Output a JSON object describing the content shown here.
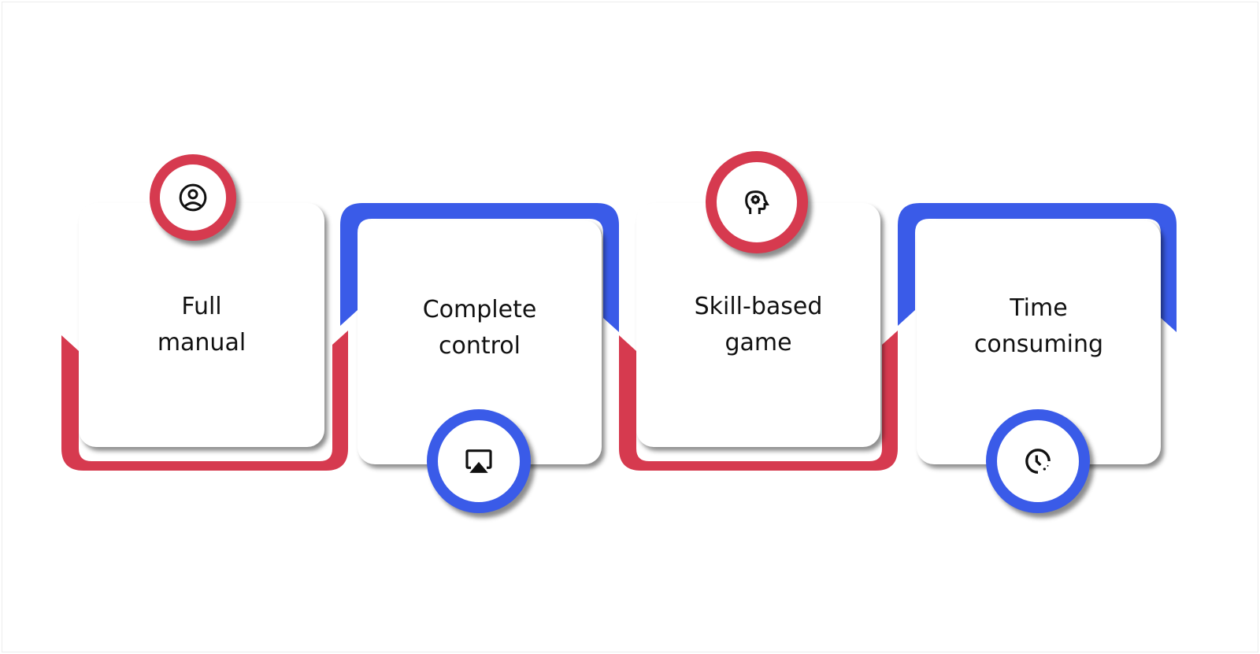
{
  "colors": {
    "red": "#d63a4f",
    "blue": "#3a5be8",
    "card": "#ffffff",
    "text": "#111111"
  },
  "steps": [
    {
      "label_line1": "Full",
      "label_line2": "manual",
      "icon": "user-circle-icon",
      "accent": "red",
      "icon_position": "top"
    },
    {
      "label_line1": "Complete",
      "label_line2": "control",
      "icon": "airplay-icon",
      "accent": "blue",
      "icon_position": "bottom"
    },
    {
      "label_line1": "Skill-based",
      "label_line2": "game",
      "icon": "head-gear-icon",
      "accent": "red",
      "icon_position": "top"
    },
    {
      "label_line1": "Time",
      "label_line2": "consuming",
      "icon": "clock-icon",
      "accent": "blue",
      "icon_position": "bottom"
    }
  ]
}
